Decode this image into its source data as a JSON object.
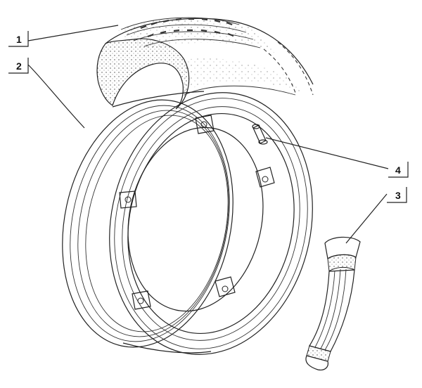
{
  "callouts": [
    {
      "id": "1",
      "label": "1"
    },
    {
      "id": "2",
      "label": "2"
    },
    {
      "id": "3",
      "label": "3"
    },
    {
      "id": "4",
      "label": "4"
    }
  ],
  "colors": {
    "line": "#222222",
    "background": "#ffffff",
    "tread": "#555555"
  }
}
